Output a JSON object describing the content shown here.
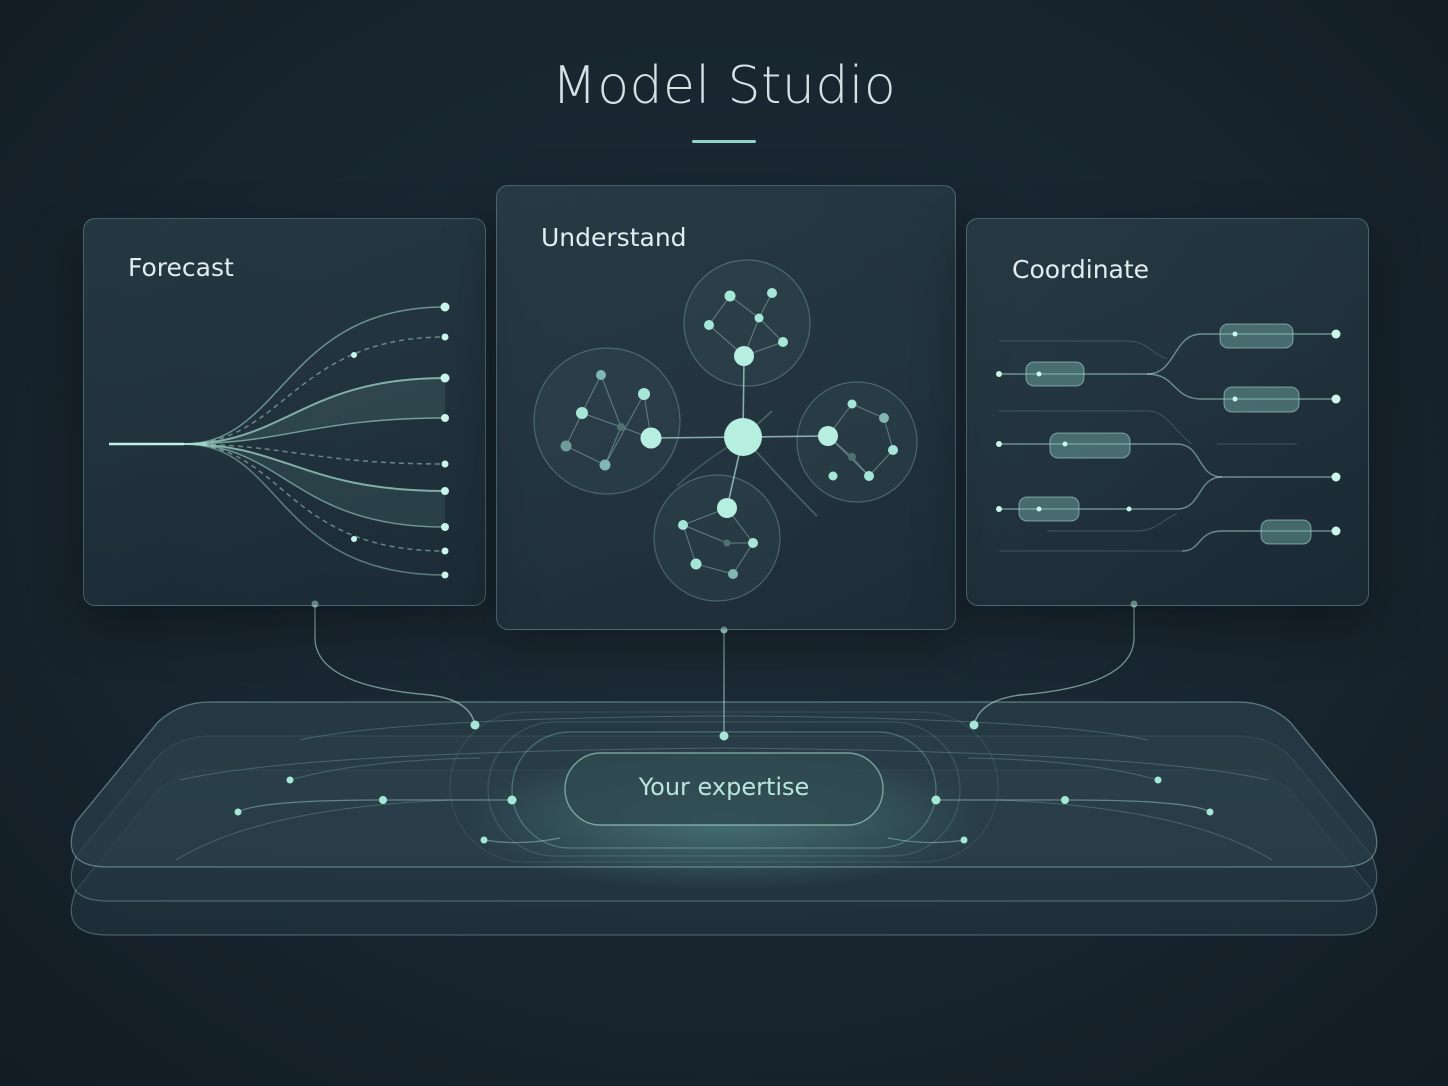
{
  "title": "Model Studio",
  "panels": {
    "forecast": {
      "label": "Forecast"
    },
    "understand": {
      "label": "Understand"
    },
    "coordinate": {
      "label": "Coordinate"
    }
  },
  "base": {
    "center_label": "Your expertise"
  },
  "colors": {
    "background": "#18252f",
    "accent": "#8fd3c6",
    "text": "#d4e2e4"
  }
}
